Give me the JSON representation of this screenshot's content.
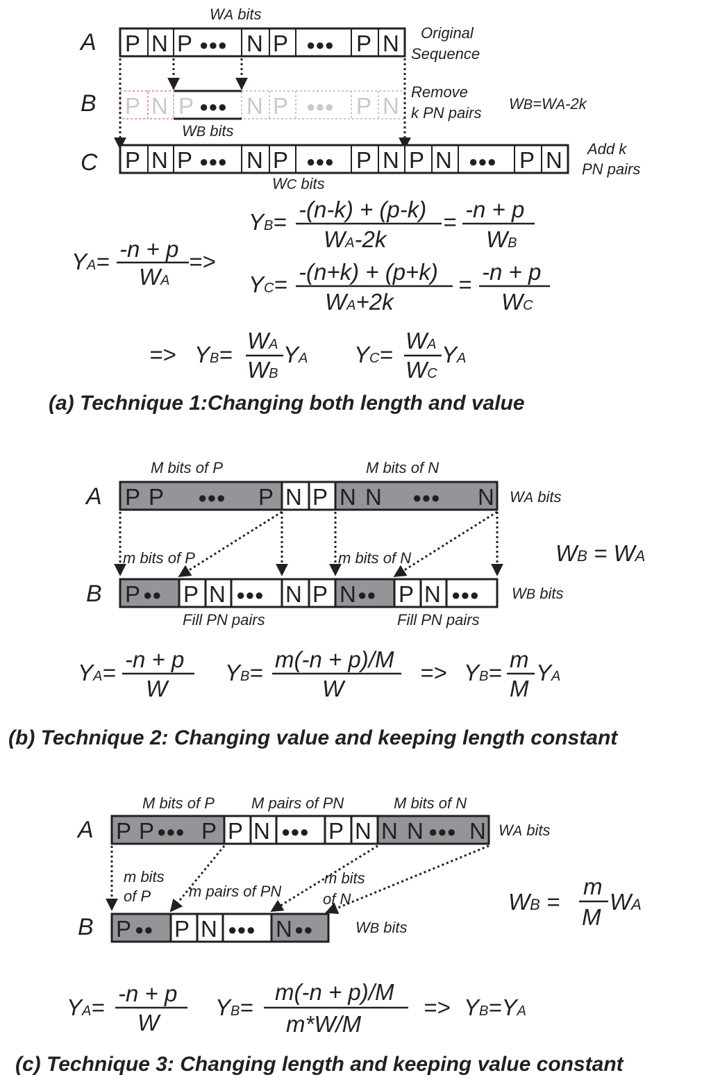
{
  "panel_a": {
    "row_a": "A",
    "row_b": "B",
    "row_c": "C",
    "wa_bits": [
      "W",
      "A",
      " bits"
    ],
    "wb_bits": [
      "W",
      "B",
      " bits"
    ],
    "wc_bits": [
      "W",
      "C",
      " bits"
    ],
    "original_sequence": [
      "Original",
      "Sequence"
    ],
    "remove_pairs": [
      "Remove",
      "k PN pairs"
    ],
    "add_pairs": [
      "Add k",
      "PN pairs"
    ],
    "wb_relation": "WB=WA-2k",
    "caption": "(a) Technique 1:Changing both length and value"
  },
  "panel_b": {
    "row_a": "A",
    "row_b": "B",
    "m_bits_p": "M bits of P",
    "m_bits_n": "M bits of N",
    "small_m_bits_p": "m bits of P",
    "small_m_bits_n": "m bits of N",
    "fill_pn": "Fill PN pairs",
    "wa_bits": "WA bits",
    "wb_bits": "WB bits",
    "wb_relation": "WB = WA",
    "caption": "(b) Technique 2: Changing value and keeping length constant"
  },
  "panel_c": {
    "row_a": "A",
    "row_b": "B",
    "m_bits_p": "M bits of P",
    "m_pairs_pn": "M pairs of PN",
    "m_bits_n": "M bits of N",
    "small_m_bits_p": [
      "m bits",
      "of P"
    ],
    "small_m_pairs_pn": "m pairs of PN",
    "small_m_bits_n": [
      "m bits",
      "of N"
    ],
    "wa_bits": "WA bits",
    "wb_bits": "WB bits",
    "wb_relation": "WB = m/M WA",
    "caption": "(c) Technique 3: Changing length and keeping value constant"
  },
  "symbols": {
    "p": "P",
    "n": "N",
    "dots": "●●●",
    "dots2": "●●"
  }
}
